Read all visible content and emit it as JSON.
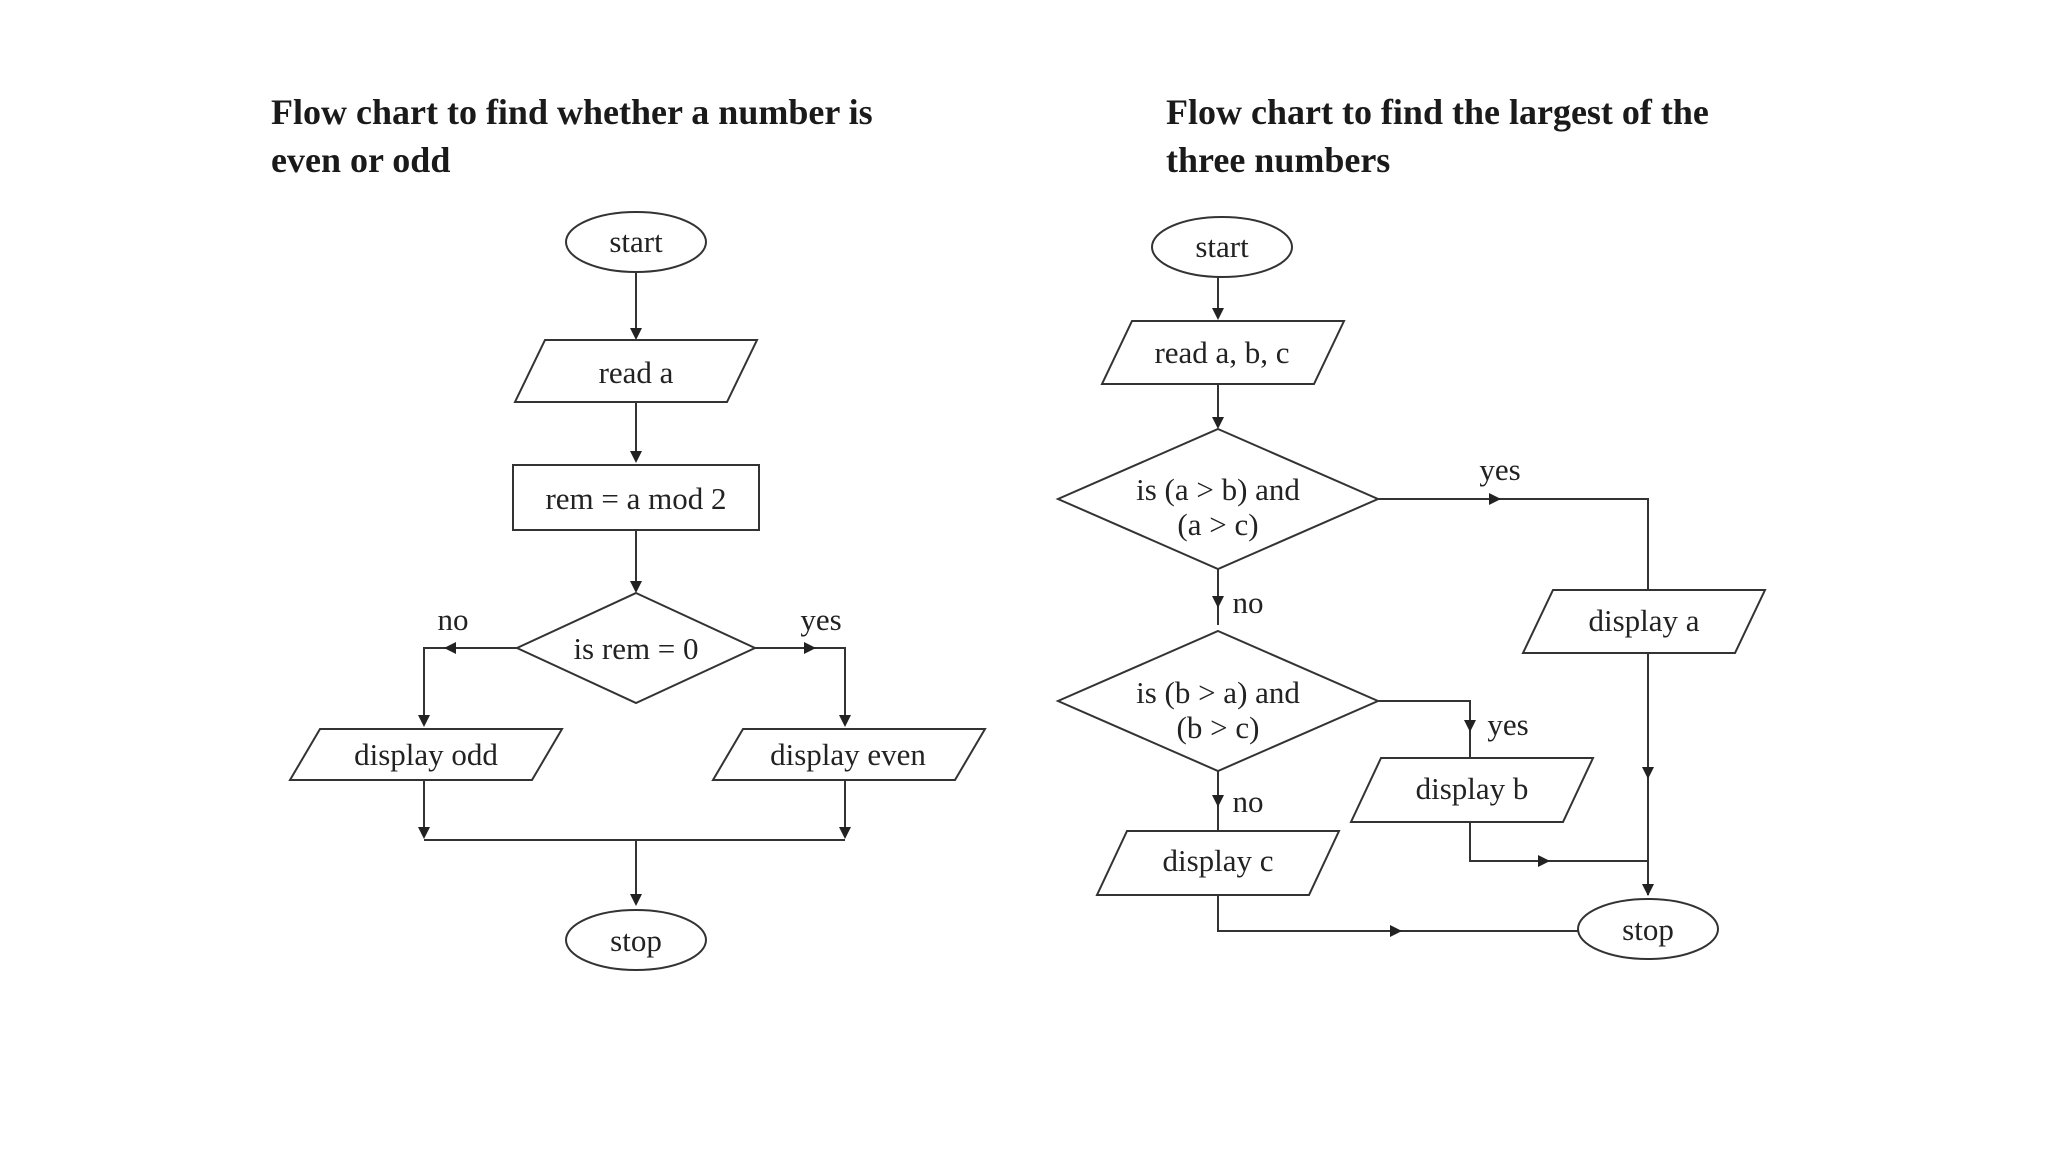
{
  "left_chart": {
    "title_line1": "Flow chart to find whether a number is",
    "title_line2": "even or odd",
    "start": "start",
    "read": "read a",
    "process": "rem = a mod 2",
    "decision": "is rem = 0",
    "no_label": "no",
    "yes_label": "yes",
    "display_odd": "display odd",
    "display_even": "display even",
    "stop": "stop"
  },
  "right_chart": {
    "title_line1": "Flow chart to find the largest of the",
    "title_line2": "three numbers",
    "start": "start",
    "read": "read a, b, c",
    "decision1_line1": "is (a > b) and",
    "decision1_line2": "(a > c)",
    "decision2_line1": "is (b > a) and",
    "decision2_line2": "(b > c)",
    "yes1_label": "yes",
    "no1_label": "no",
    "yes2_label": "yes",
    "no2_label": "no",
    "display_a": "display a",
    "display_b": "display b",
    "display_c": "display c",
    "stop": "stop"
  }
}
